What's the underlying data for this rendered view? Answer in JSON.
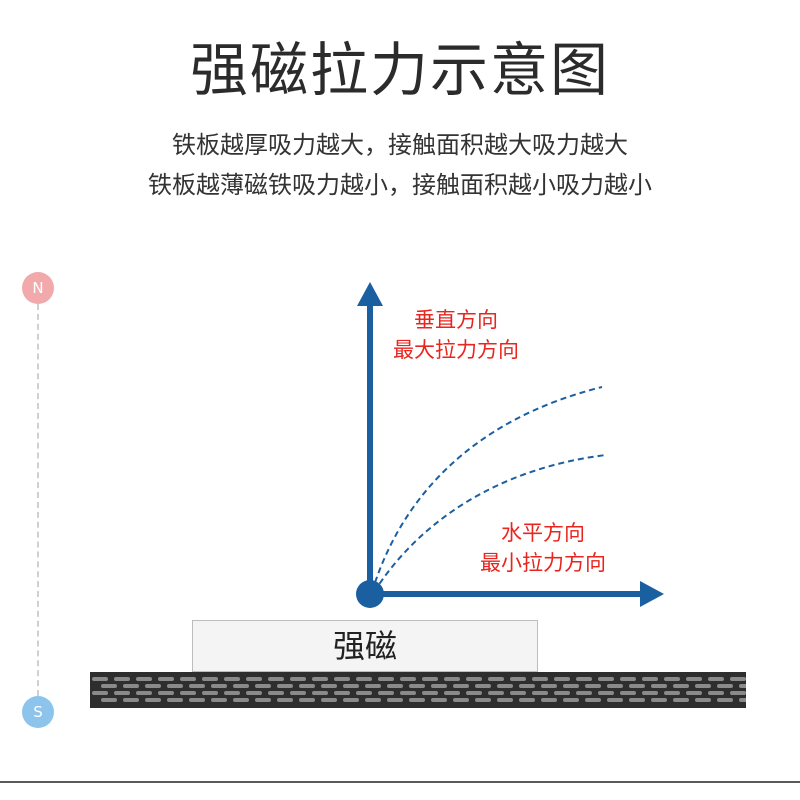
{
  "title": "强磁拉力示意图",
  "subtitle_lines": [
    "铁板越厚吸力越大，接触面积越大吸力越大",
    "铁板越薄磁铁吸力越小，接触面积越小吸力越小"
  ],
  "poles": {
    "north": "N",
    "south": "S"
  },
  "vertical_label": {
    "line1": "垂直方向",
    "line2": "最大拉力方向"
  },
  "horizontal_label": {
    "line1": "水平方向",
    "line2": "最小拉力方向"
  },
  "magnet_label": "强磁",
  "colors": {
    "axis": "#1a5fa0",
    "label_red": "#e8261f",
    "north_pole": "#f2a9ab",
    "south_pole": "#8cc4ec",
    "plate": "#2e2e2e"
  }
}
